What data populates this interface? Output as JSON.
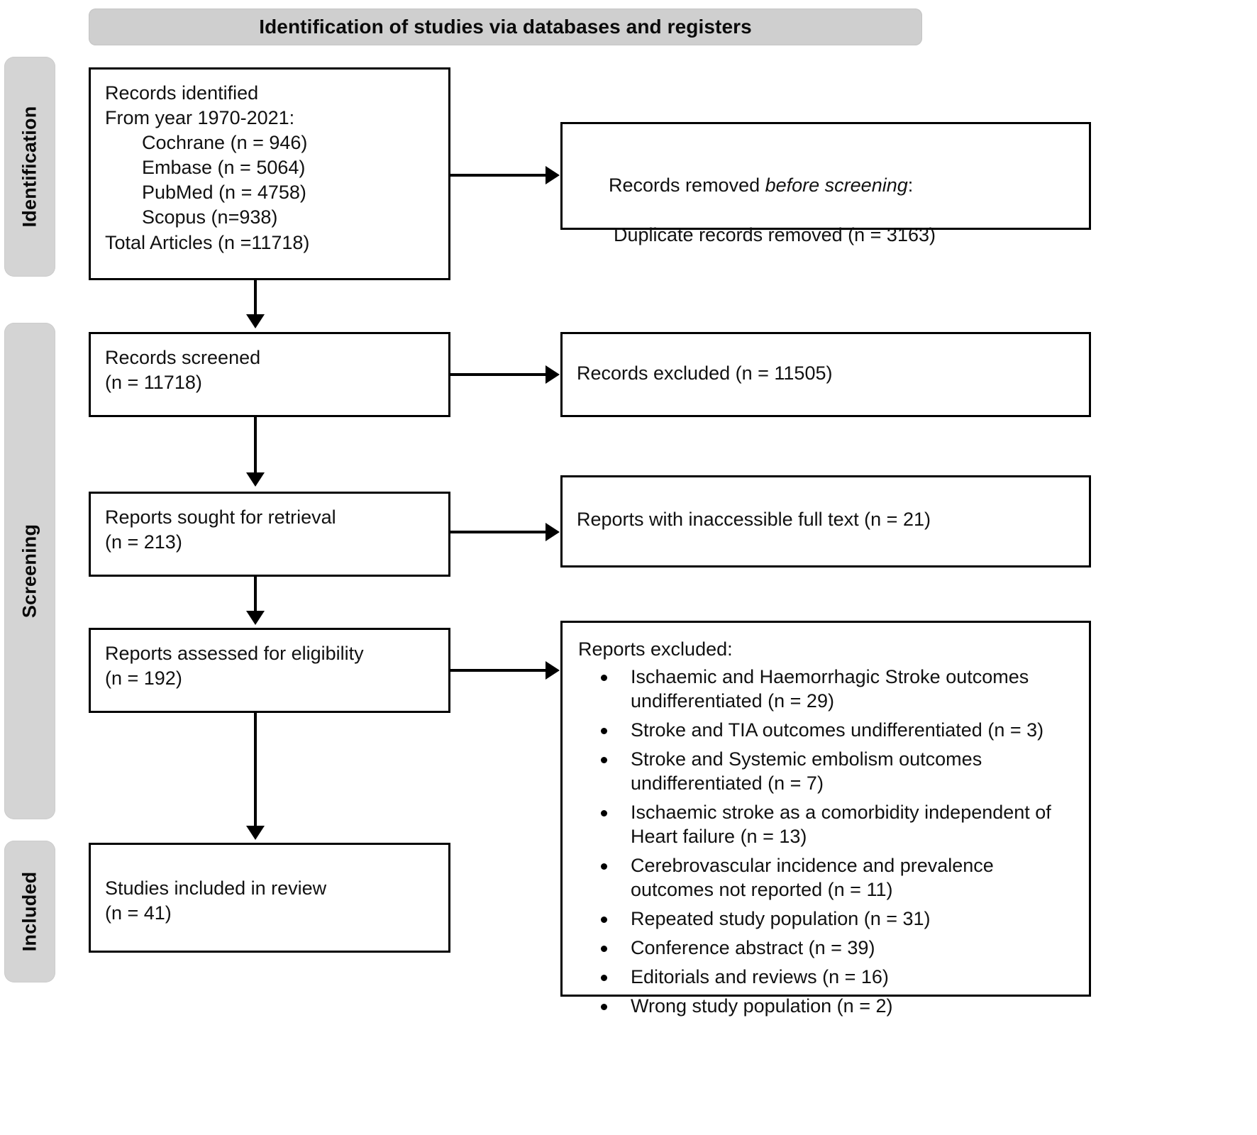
{
  "banner": {
    "title": "Identification of studies via databases and registers"
  },
  "stages": [
    {
      "key": "identification",
      "label": "Identification"
    },
    {
      "key": "screening",
      "label": "Screening"
    },
    {
      "key": "included",
      "label": "Included"
    }
  ],
  "boxes": {
    "records_identified": {
      "lines": [
        "Records identified",
        "From year 1970-2021:",
        "Cochrane (n = 946)",
        "Embase (n = 5064)",
        "PubMed (n = 4758)",
        "Scopus (n=938)",
        "Total Articles (n =11718)"
      ]
    },
    "records_removed": {
      "title_prefix": "Records removed ",
      "title_italic": "before screening",
      "title_suffix": ":",
      "detail": "Duplicate records removed (n = 3163)"
    },
    "records_screened": {
      "lines": [
        "Records screened",
        "(n = 11718)"
      ]
    },
    "records_excluded": {
      "lines": [
        "Records excluded (n = 11505)"
      ]
    },
    "reports_sought": {
      "lines": [
        "Reports sought for retrieval",
        "(n = 213)"
      ]
    },
    "reports_inaccessible": {
      "lines": [
        "Reports with inaccessible full text (n = 21)"
      ]
    },
    "reports_assessed": {
      "lines": [
        "Reports assessed for eligibility",
        "(n = 192)"
      ]
    },
    "reports_excluded": {
      "heading": "Reports excluded:",
      "items": [
        "Ischaemic and Haemorrhagic Stroke outcomes undifferentiated (n = 29)",
        "Stroke and TIA outcomes undifferentiated (n = 3)",
        "Stroke and Systemic embolism outcomes undifferentiated (n = 7)",
        "Ischaemic stroke as a comorbidity independent of Heart failure (n = 13)",
        "Cerebrovascular incidence and prevalence outcomes not reported (n = 11)",
        "Repeated study population (n = 31)",
        "Conference abstract (n = 39)",
        "Editorials and reviews (n = 16)",
        "Wrong study population (n = 2)"
      ]
    },
    "studies_included": {
      "lines": [
        "Studies included in review",
        "(n = 41)"
      ]
    }
  },
  "colors": {
    "stage_band": "#d4d4d4",
    "banner_band": "#cfcfcf",
    "box_border": "#000000",
    "text": "#111111"
  }
}
